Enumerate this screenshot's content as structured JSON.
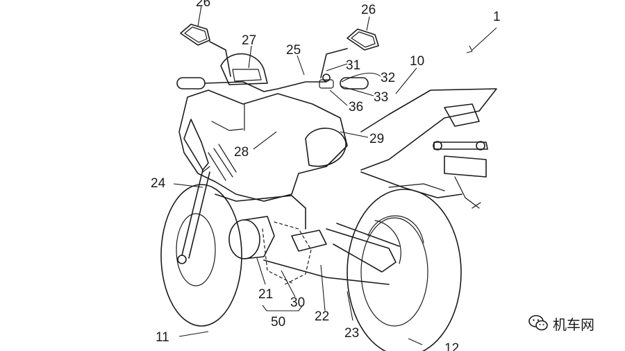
{
  "diagram": {
    "labels": [
      "26",
      "26",
      "27",
      "25",
      "31",
      "32",
      "33",
      "36",
      "1",
      "10",
      "28",
      "29",
      "24",
      "21",
      "30",
      "50",
      "22",
      "23",
      "11",
      "12"
    ]
  },
  "watermark": {
    "text": "机车网",
    "icon": "wechat-icon"
  }
}
